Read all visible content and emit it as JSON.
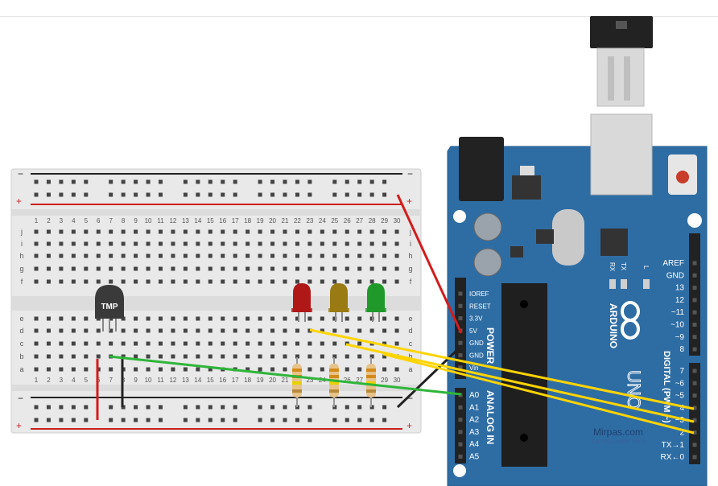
{
  "breadboard": {
    "column_numbers": [
      "1",
      "2",
      "3",
      "4",
      "5",
      "6",
      "7",
      "8",
      "9",
      "10",
      "11",
      "12",
      "13",
      "14",
      "15",
      "16",
      "17",
      "18",
      "19",
      "20",
      "21",
      "22",
      "23",
      "24",
      "25",
      "26",
      "27",
      "28",
      "29",
      "30"
    ],
    "row_letters_top": [
      "j",
      "i",
      "h",
      "g",
      "f"
    ],
    "row_letters_bottom": [
      "e",
      "d",
      "c",
      "b",
      "a"
    ],
    "rail_plus": "+",
    "rail_minus": "−",
    "rail_color_plus": "#cc1f1f",
    "rail_color_minus": "#222222"
  },
  "components": {
    "temp_sensor": {
      "label": "TMP",
      "icon": "tmp36-sensor"
    },
    "leds": [
      {
        "color": "#b01818",
        "name": "red-led"
      },
      {
        "color": "#9a7a12",
        "name": "yellow-led"
      },
      {
        "color": "#1f9a2a",
        "name": "green-led"
      }
    ],
    "resistors": 3
  },
  "arduino": {
    "brand": "ARDUINO",
    "model": "UNO",
    "power_pins": [
      "IOREF",
      "RESET",
      "3.3V",
      "5V",
      "GND",
      "GND",
      "Vin"
    ],
    "power_label": "POWER",
    "analog_pins": [
      "A0",
      "A1",
      "A2",
      "A3",
      "A4",
      "A5"
    ],
    "analog_label": "ANALOG IN",
    "digital_top": [
      "AREF",
      "GND",
      "13",
      "12",
      "~11",
      "~10",
      "~9",
      "8"
    ],
    "digital_bottom": [
      "7",
      "~6",
      "~5",
      "4",
      "~3",
      "2",
      "TX→1",
      "RX←0"
    ],
    "digital_label": "DIGITAL (PWM ~)",
    "leds_labels": [
      "RX",
      "TX",
      "L"
    ],
    "board_color": "#2e6da4"
  },
  "watermark": {
    "name": "Mirpas.com",
    "tagline": "La educación libre"
  },
  "wires": {
    "red": "#d41c1c",
    "black": "#222222",
    "green": "#2fb53a",
    "yellow": "#ffd400"
  }
}
